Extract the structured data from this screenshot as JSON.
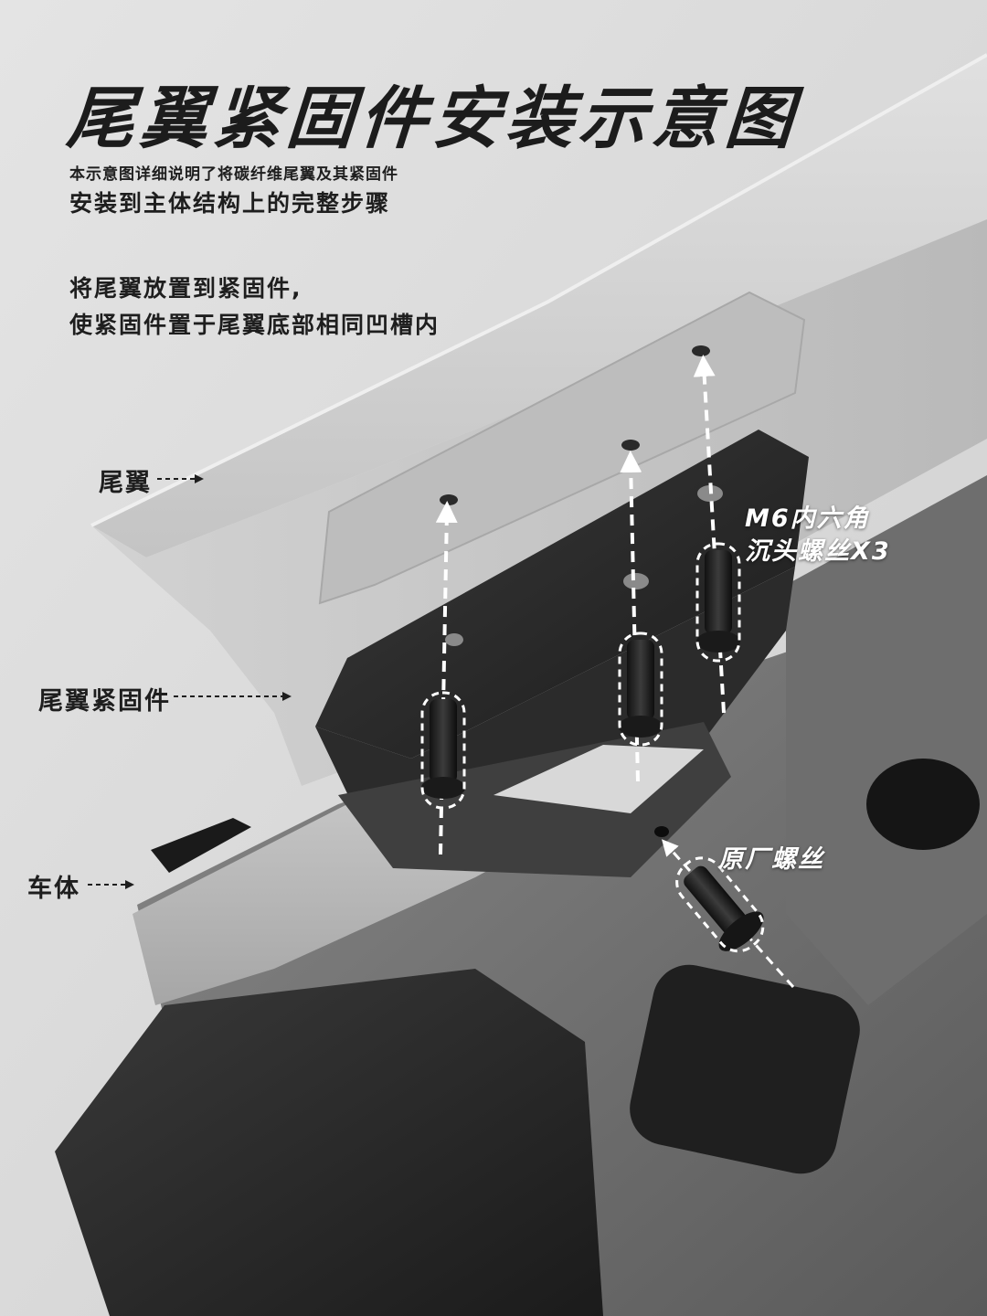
{
  "title": "尾翼紧固件安装示意图",
  "description": {
    "line1": "本示意图详细说明了将碳纤维尾翼及其紧固件",
    "line2": "安装到主体结构上的完整步骤"
  },
  "step": {
    "line1": "将尾翼放置到紧固件,",
    "line2": "使紧固件置于尾翼底部相同凹槽内"
  },
  "labels": {
    "wing": "尾翼",
    "fastener": "尾翼紧固件",
    "body": "车体",
    "m6_line1": "M6内六角",
    "m6_line2": "沉头螺丝X3",
    "oem_screw": "原厂螺丝"
  },
  "colors": {
    "background": "#dcdcdc",
    "wing_body": "#c9c9c9",
    "bracket": "#1a1a1a",
    "dashed_guides": "#ffffff"
  }
}
